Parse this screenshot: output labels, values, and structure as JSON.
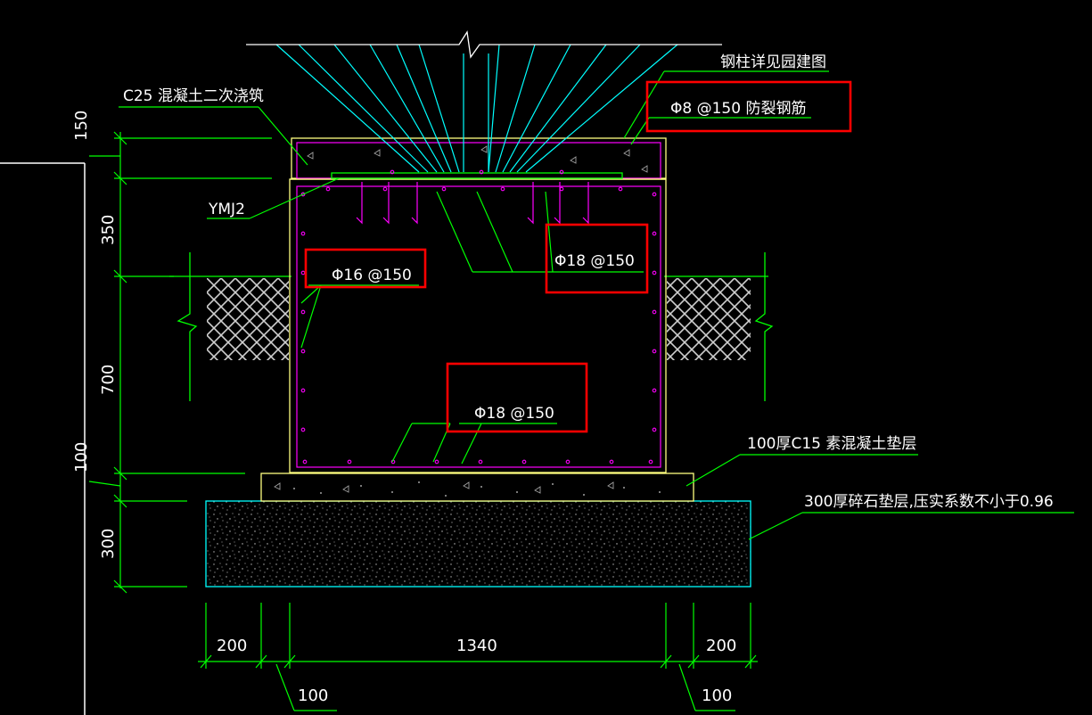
{
  "labels": {
    "steel_column": "钢柱详见园建图",
    "anti_crack": "Φ8 @150 防裂钢筋",
    "c25": "C25 混凝土二次浇筑",
    "ymj": "YMJ2",
    "rebar_side": "Φ16 @150",
    "rebar_top": "Φ18 @150",
    "rebar_bottom": "Φ18 @150",
    "pad_c15": "100厚C15 素混凝土垫层",
    "gravel": "300厚碎石垫层,压实系数不小于0.96"
  },
  "dims_vertical": [
    "150",
    "350",
    "700",
    "100",
    "300"
  ],
  "dims_horizontal": {
    "left": "200",
    "middle": "1340",
    "right": "200",
    "bottom_left": "100",
    "bottom_right": "100"
  },
  "colors": {
    "background": "#000000",
    "dimension": "#00ff00",
    "rebar": "#ff00ff",
    "concrete_outline": "#ffff80",
    "anchor": "#00ffff",
    "text": "#ffffff",
    "highlight": "#ff0000"
  }
}
